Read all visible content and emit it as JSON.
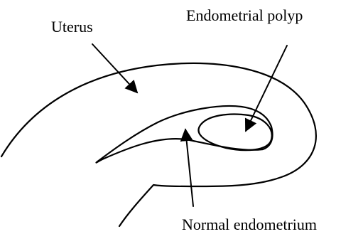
{
  "labels": {
    "uterus": "Uterus",
    "polyp": "Endometrial polyp",
    "endometrium": "Normal endometrium"
  },
  "colors": {
    "line": "#000000",
    "background": "#ffffff"
  }
}
